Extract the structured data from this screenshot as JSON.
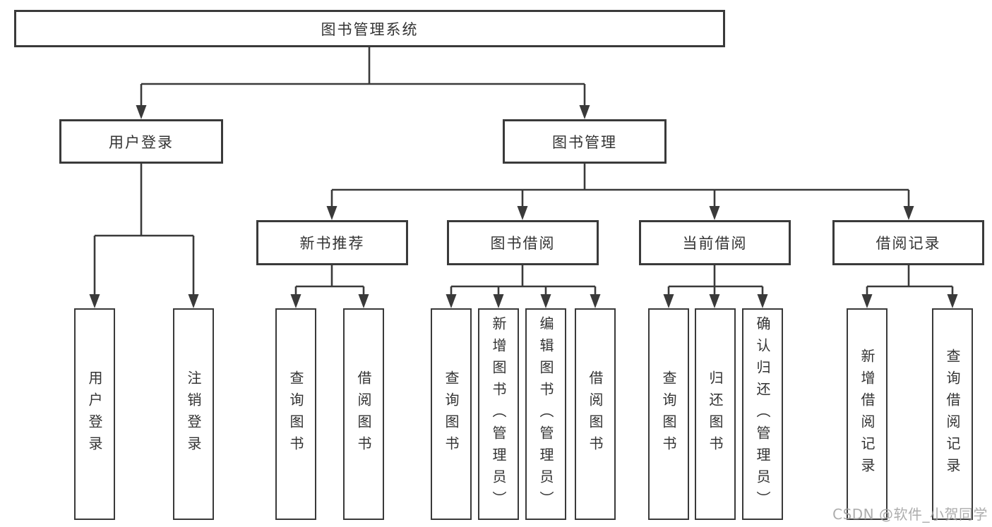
{
  "colors": {
    "line": "#3a3a3a",
    "text": "#333333",
    "box_background": "#ffffff",
    "watermark": "#a4a4a4"
  },
  "tree": {
    "label": "图书管理系统",
    "children": [
      {
        "label": "用户登录",
        "children": [
          {
            "label": "用户登录"
          },
          {
            "label": "注销登录"
          }
        ]
      },
      {
        "label": "图书管理",
        "children": [
          {
            "label": "新书推荐",
            "children": [
              {
                "label": "查询图书"
              },
              {
                "label": "借阅图书"
              }
            ]
          },
          {
            "label": "图书借阅",
            "children": [
              {
                "label": "查询图书"
              },
              {
                "label": "新增图书（管理员）"
              },
              {
                "label": "编辑图书（管理员）"
              },
              {
                "label": "借阅图书"
              }
            ]
          },
          {
            "label": "当前借阅",
            "children": [
              {
                "label": "查询图书"
              },
              {
                "label": "归还图书"
              },
              {
                "label": "确认归还（管理员）"
              }
            ]
          },
          {
            "label": "借阅记录",
            "children": [
              {
                "label": "新增借阅记录"
              },
              {
                "label": "查询借阅记录"
              }
            ]
          }
        ]
      }
    ]
  },
  "watermark": {
    "text": "CSDN @软件_小贺同学"
  }
}
